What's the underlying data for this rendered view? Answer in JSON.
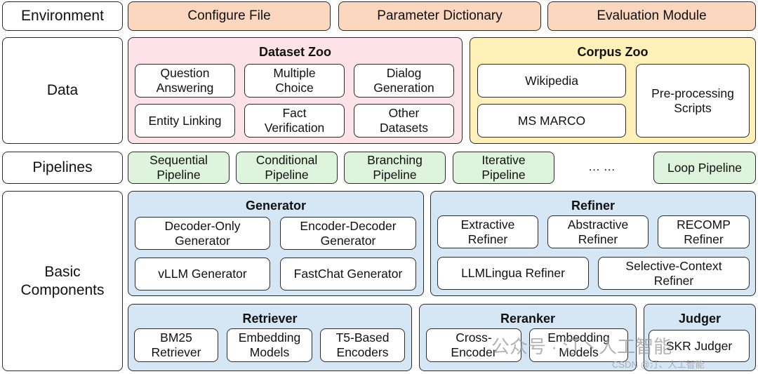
{
  "rows": {
    "environment": "Environment",
    "data": "Data",
    "pipelines": "Pipelines",
    "basic_components": "Basic\nComponents"
  },
  "environment_items": [
    "Configure File",
    "Parameter Dictionary",
    "Evaluation Module"
  ],
  "dataset_zoo": {
    "title": "Dataset Zoo",
    "items": [
      "Question\nAnswering",
      "Multiple\nChoice",
      "Dialog\nGeneration",
      "Entity Linking",
      "Fact\nVerification",
      "Other\nDatasets"
    ]
  },
  "corpus_zoo": {
    "title": "Corpus Zoo",
    "items": [
      "Wikipedia",
      "MS MARCO",
      "Pre-processing\nScripts"
    ]
  },
  "pipelines": {
    "items": [
      "Sequential\nPipeline",
      "Conditional\nPipeline",
      "Branching\nPipeline",
      "Iterative\nPipeline",
      "Loop Pipeline"
    ],
    "ellipsis": "… …"
  },
  "generator": {
    "title": "Generator",
    "items": [
      "Decoder-Only\nGenerator",
      "Encoder-Decoder\nGenerator",
      "vLLM Generator",
      "FastChat Generator"
    ]
  },
  "refiner": {
    "title": "Refiner",
    "items": [
      "Extractive\nRefiner",
      "Abstractive\nRefiner",
      "RECOMP\nRefiner",
      "LLMLingua Refiner",
      "Selective-Context\nRefiner"
    ]
  },
  "retriever": {
    "title": "Retriever",
    "items": [
      "BM25\nRetriever",
      "Embedding\nModels",
      "T5-Based\nEncoders"
    ]
  },
  "reranker": {
    "title": "Reranker",
    "items": [
      "Cross-\nEncoder",
      "Embedding\nModels"
    ]
  },
  "judger": {
    "title": "Judger",
    "items": [
      "SKR Judger"
    ]
  },
  "watermark": {
    "main": "公众号 · 汀丶人工智能",
    "sub": "CSDN @汀、人工智能"
  }
}
